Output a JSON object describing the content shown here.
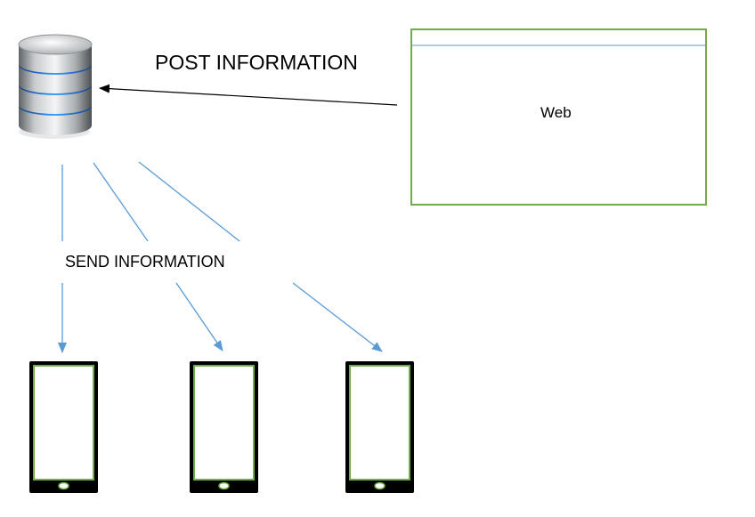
{
  "labels": {
    "post": "POST INFORMATION",
    "send": "SEND INFORMATION",
    "web": "Web"
  },
  "nodes": {
    "server": {
      "icon": "database-server-icon"
    },
    "web": {
      "label_ref": "labels.web"
    },
    "phones": [
      {
        "icon": "smartphone-icon"
      },
      {
        "icon": "smartphone-icon"
      },
      {
        "icon": "smartphone-icon"
      }
    ]
  },
  "edges": [
    {
      "from": "web",
      "to": "server",
      "label_ref": "labels.post"
    },
    {
      "from": "server",
      "to": "phone-1",
      "label_ref": "labels.send"
    },
    {
      "from": "server",
      "to": "phone-2",
      "label_ref": "labels.send"
    },
    {
      "from": "server",
      "to": "phone-3",
      "label_ref": "labels.send"
    }
  ],
  "colors": {
    "web_border": "#70ad47",
    "web_header_line": "#5b9bd5",
    "send_arrow": "#5b9bd5",
    "post_arrow": "#000000",
    "phone_body": "#000000",
    "phone_screen_border": "#70ad47",
    "db_ring": "#1e6fd8"
  }
}
